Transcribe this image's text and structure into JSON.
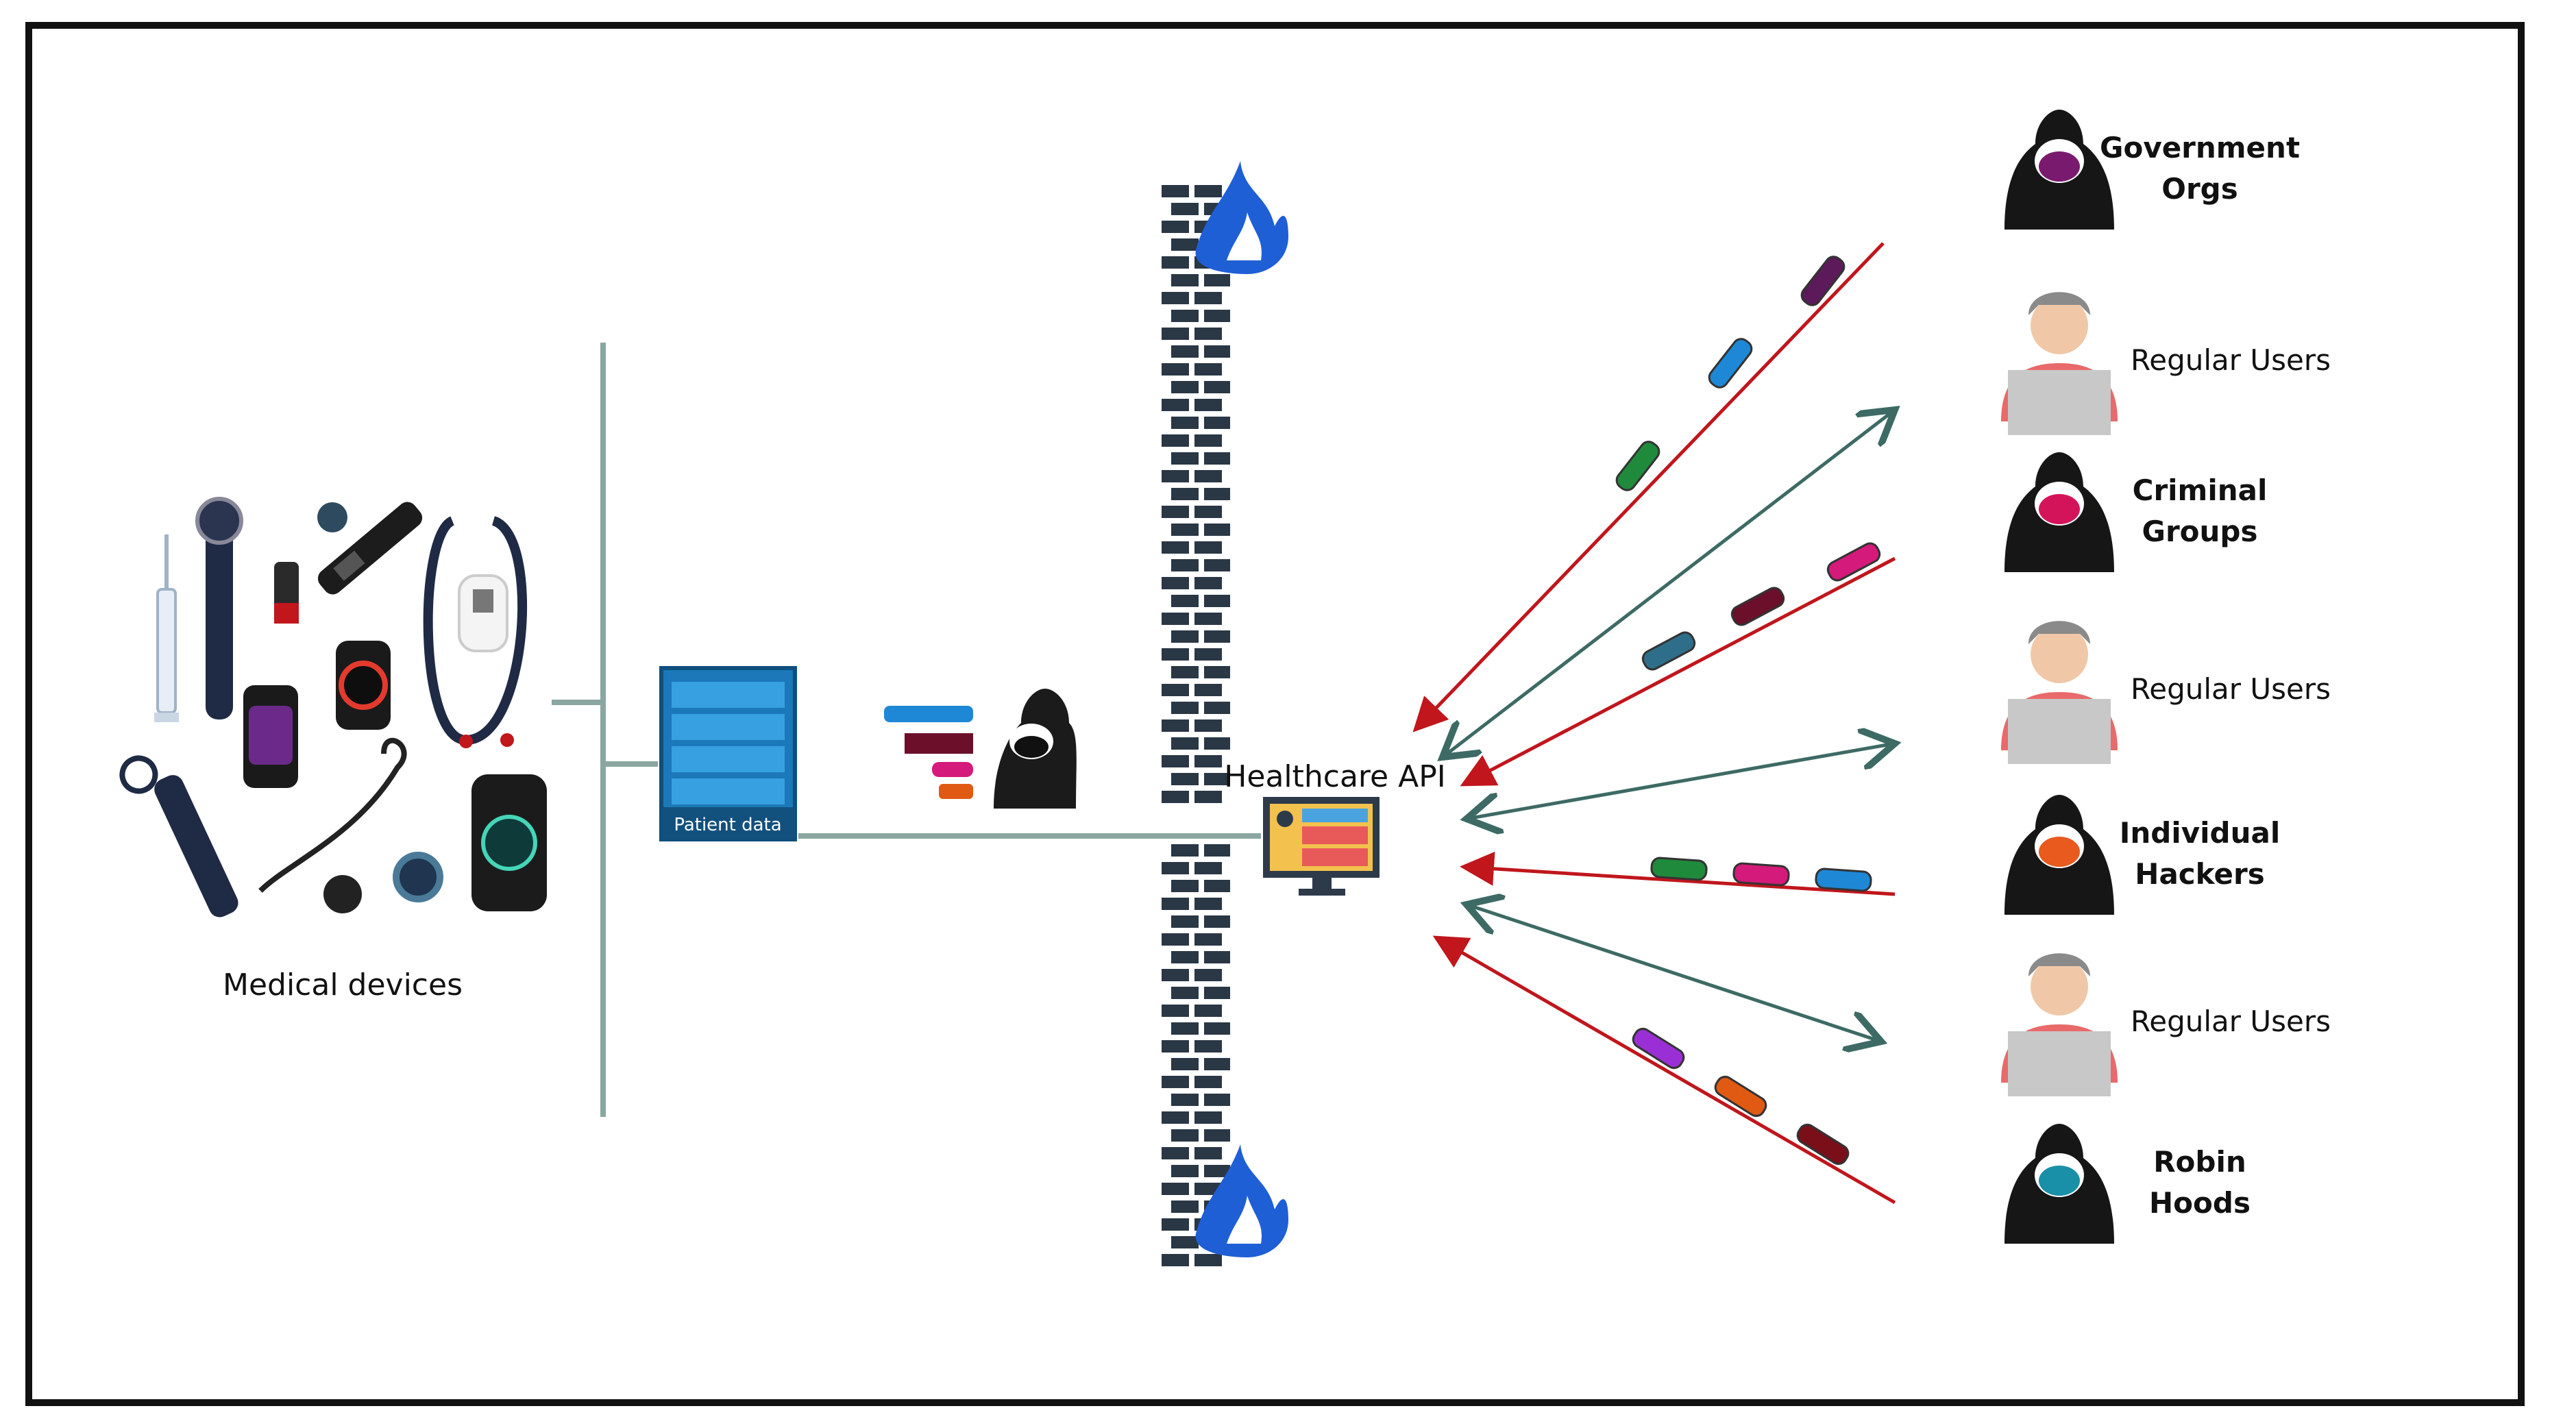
{
  "labels": {
    "medical_devices": "Medical devices",
    "patient_data": "Patient data",
    "healthcare_api": "Healthcare API"
  },
  "actors": [
    {
      "kind": "hacker",
      "line1": "Government",
      "line2": "Orgs",
      "mask": "#7a1a6e"
    },
    {
      "kind": "user",
      "line1": "Regular Users"
    },
    {
      "kind": "hacker",
      "line1": "Criminal",
      "line2": "Groups",
      "mask": "#d4145a"
    },
    {
      "kind": "user",
      "line1": "Regular Users"
    },
    {
      "kind": "hacker",
      "line1": "Individual",
      "line2": "Hackers",
      "mask": "#e85a1e"
    },
    {
      "kind": "user",
      "line1": "Regular Users"
    },
    {
      "kind": "hacker",
      "line1": "Robin",
      "line2": "Hoods",
      "mask": "#1a8fa8"
    }
  ],
  "colors": {
    "attack": "#c0161c",
    "normal": "#3d6a64",
    "wall": "#2a3744",
    "flame": "#1f5fd6",
    "server": "#1c78b8",
    "bus": "#8aa6a0"
  },
  "attack_payload_colors": [
    "#5c1a5a",
    "#1e88d6",
    "#1f8a3c",
    "#d41a7a",
    "#6b0f2a",
    "#2f6e8a",
    "#1f8a3c",
    "#d41a7a",
    "#1e88d6",
    "#9b2fd6",
    "#e05a14",
    "#7a0f1a",
    "#1e78d6"
  ]
}
